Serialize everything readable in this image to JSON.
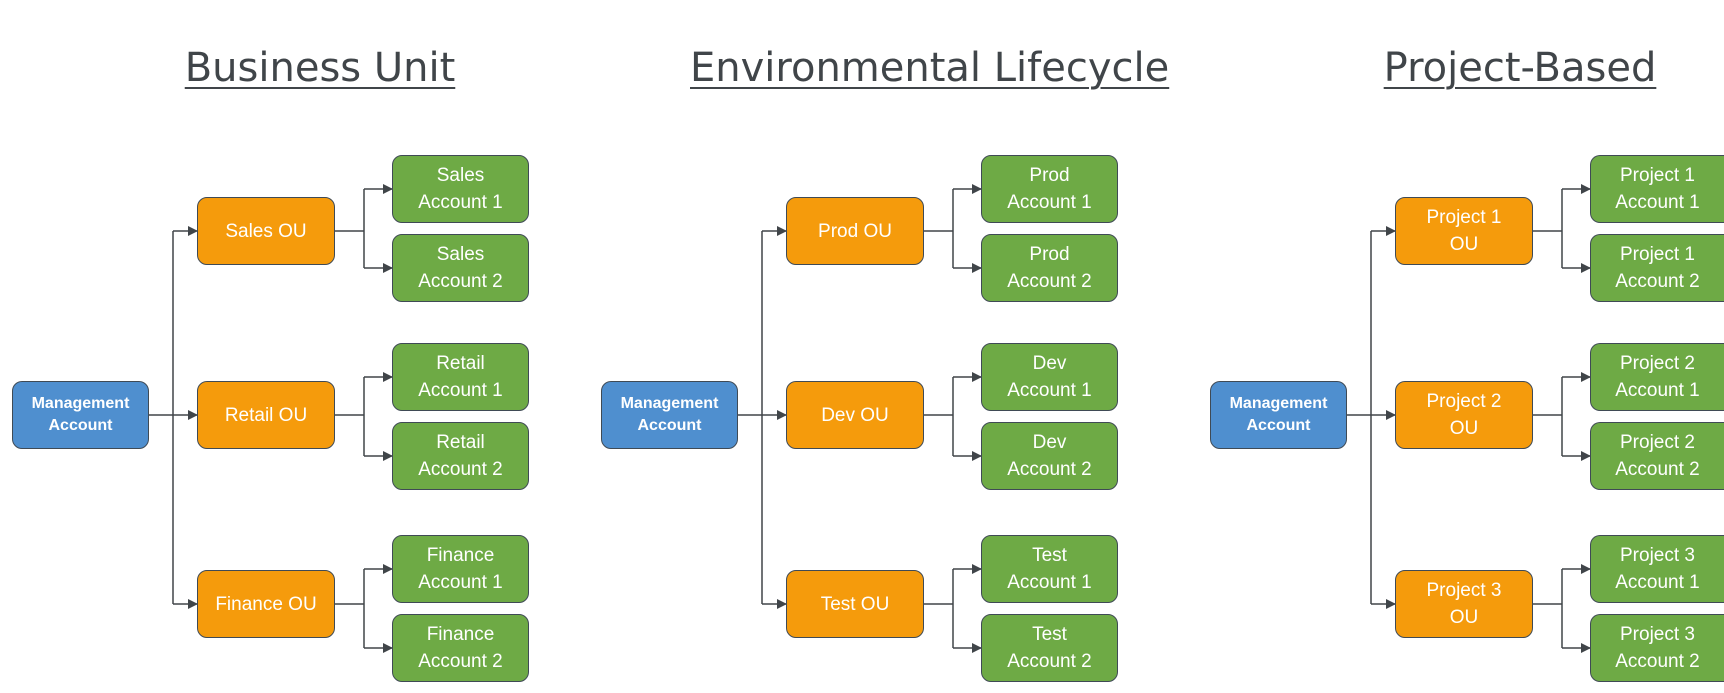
{
  "columns": [
    {
      "title": "Business Unit",
      "root": "Management Account",
      "ous": [
        {
          "label": "Sales OU",
          "accounts": [
            "Sales Account 1",
            "Sales Account 2"
          ]
        },
        {
          "label": "Retail OU",
          "accounts": [
            "Retail Account 1",
            "Retail Account 2"
          ]
        },
        {
          "label": "Finance OU",
          "accounts": [
            "Finance Account 1",
            "Finance Account 2"
          ]
        }
      ]
    },
    {
      "title": "Environmental Lifecycle",
      "root": "Management Account",
      "ous": [
        {
          "label": "Prod OU",
          "accounts": [
            "Prod Account 1",
            "Prod Account 2"
          ]
        },
        {
          "label": "Dev OU",
          "accounts": [
            "Dev Account 1",
            "Dev Account 2"
          ]
        },
        {
          "label": "Test OU",
          "accounts": [
            "Test Account 1",
            "Test Account 2"
          ]
        }
      ]
    },
    {
      "title": "Project-Based",
      "root": "Management Account",
      "ous": [
        {
          "label": "Project 1 OU",
          "accounts": [
            "Project 1 Account 1",
            "Project 1 Account 2"
          ]
        },
        {
          "label": "Project 2 OU",
          "accounts": [
            "Project 2 Account 1",
            "Project 2 Account 2"
          ]
        },
        {
          "label": "Project 3 OU",
          "accounts": [
            "Project 3 Account 1",
            "Project 3 Account 2"
          ]
        }
      ]
    }
  ],
  "colors": {
    "management": "#4f8fcf",
    "ou": "#f59b0c",
    "account": "#6eaa45",
    "connector": "#404549"
  }
}
